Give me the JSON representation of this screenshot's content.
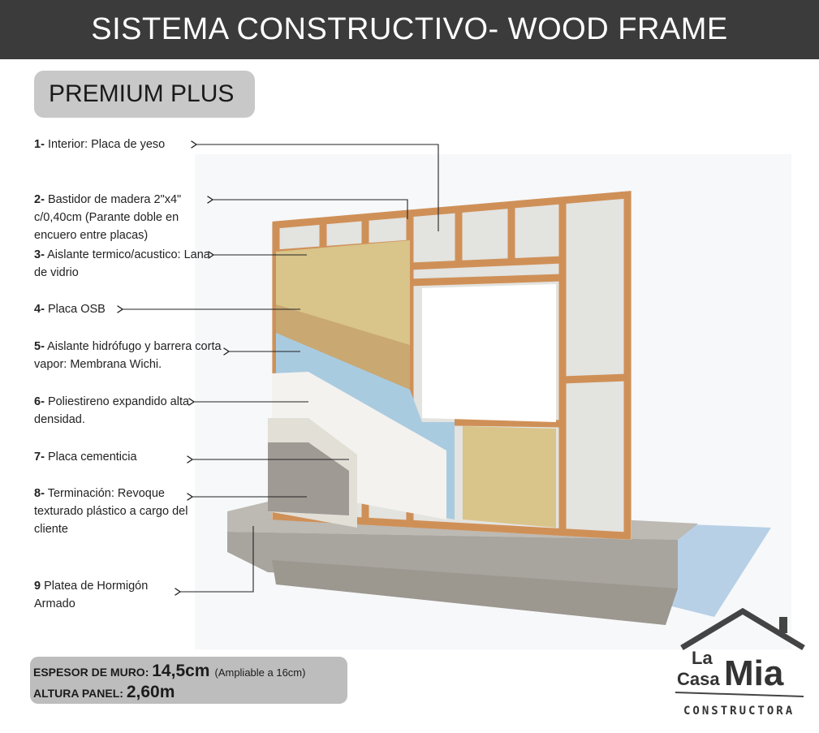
{
  "header": {
    "title": "SISTEMA CONSTRUCTIVO- WOOD FRAME"
  },
  "badge": {
    "label": "PREMIUM PLUS"
  },
  "layers": [
    {
      "num": "1-",
      "text": "Interior: Placa de yeso"
    },
    {
      "num": "2-",
      "text": "Bastidor de madera 2\"x4\" c/0,40cm (Parante doble en encuero entre placas)"
    },
    {
      "num": "3-",
      "text": "Aislante termico/acustico: Lana de vidrio"
    },
    {
      "num": "4-",
      "text": "Placa OSB"
    },
    {
      "num": "5-",
      "text": "Aislante hidrófugo y barrera corta vapor: Membrana Wichi."
    },
    {
      "num": "6-",
      "text": "Poliestireno expandido alta densidad."
    },
    {
      "num": "7-",
      "text": "Placa cementicia"
    },
    {
      "num": "8-",
      "text": "Terminación: Revoque texturado plástico a cargo del cliente"
    },
    {
      "num": "9",
      "text": "Platea de Hormigón Armado"
    }
  ],
  "specs": {
    "thickness_label": "ESPESOR DE MURO:",
    "thickness_value": "14,5cm",
    "thickness_note": "(Ampliable a 16cm)",
    "height_label": "ALTURA PANEL:",
    "height_value": "2,60m"
  },
  "logo": {
    "line1": "La",
    "line2": "Casa",
    "line3": "Mia",
    "sub": "CONSTRUCTORA"
  },
  "colors": {
    "header_bg": "#3b3b3b",
    "badge_bg": "#c8c8c8",
    "wood": "#d9a06a",
    "membrane": "#a9cbe0"
  }
}
